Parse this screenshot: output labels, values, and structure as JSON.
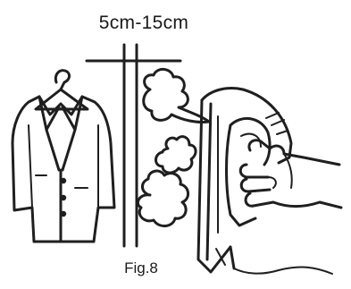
{
  "distance_label": "5cm-15cm",
  "figure_caption": "Fig.8",
  "illustration": {
    "subjects": [
      "jacket-on-hanger",
      "steam-clouds",
      "steam-iron",
      "hand"
    ]
  },
  "colors": {
    "ink": "#1f1f1f",
    "background": "#ffffff"
  }
}
